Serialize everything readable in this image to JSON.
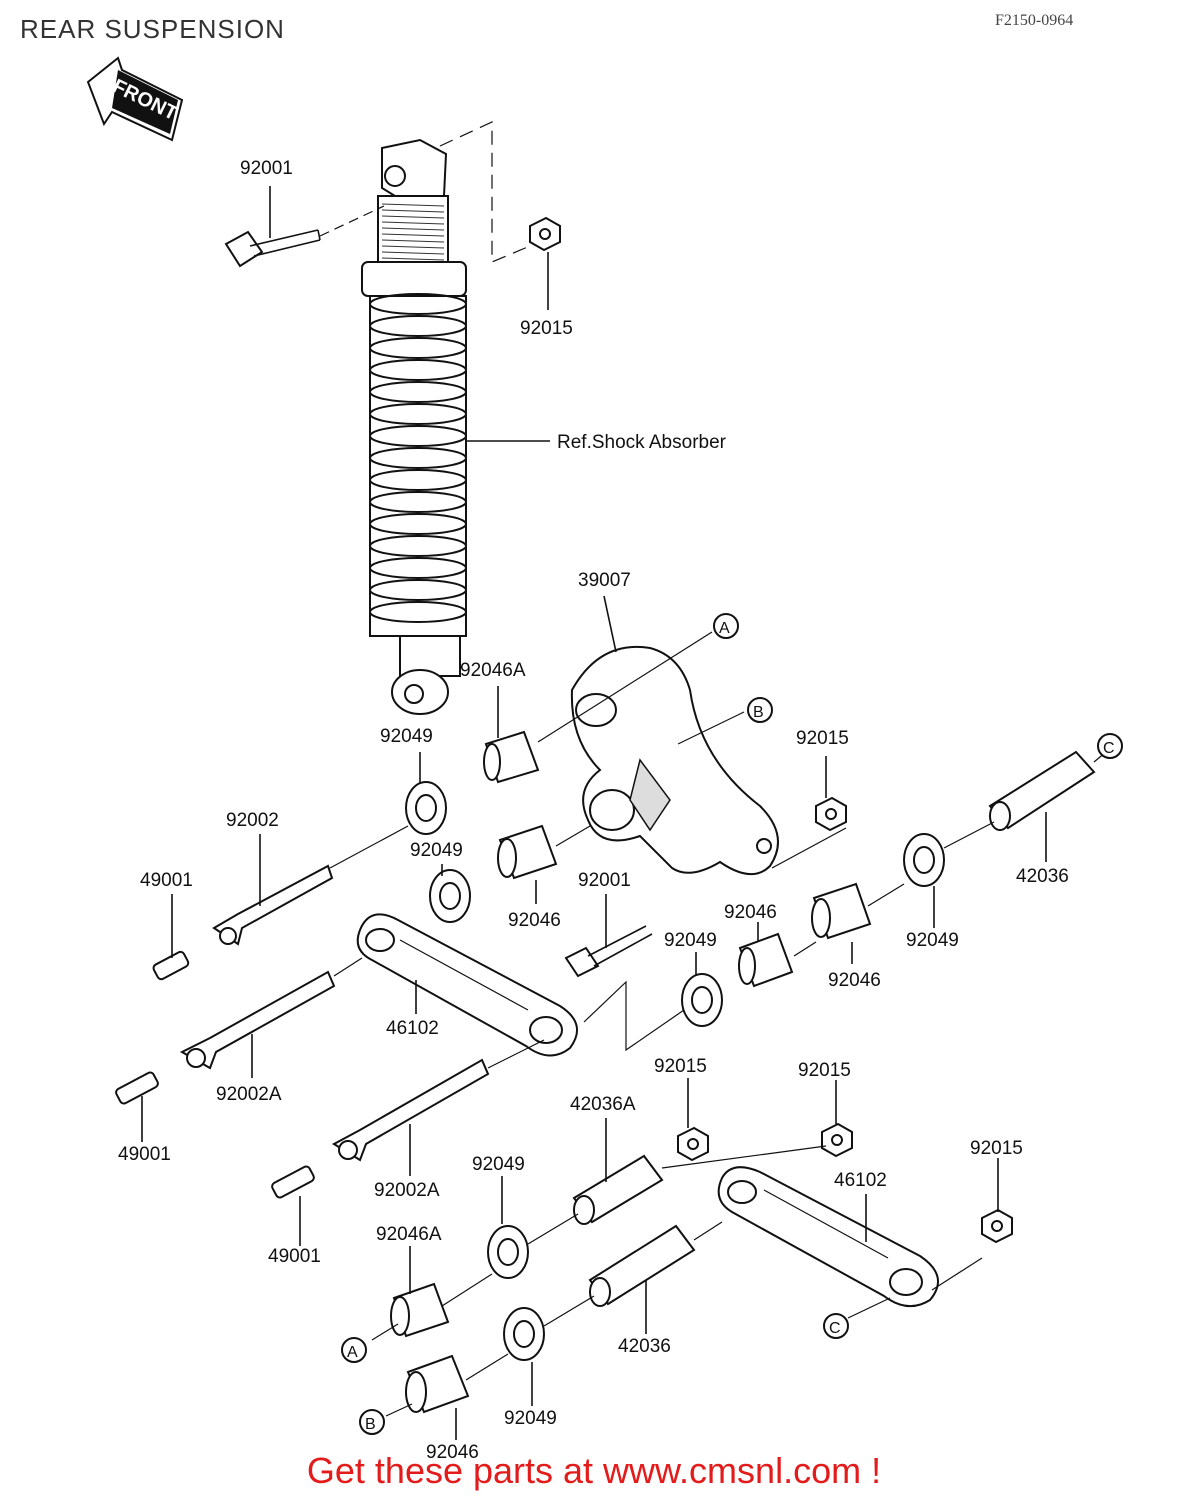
{
  "header": {
    "title": "REAR SUSPENSION",
    "code": "F2150-0964"
  },
  "front_arrow": "FRONT",
  "footer": "Get these parts at www.cmsnl.com !",
  "ref_label": "Ref.Shock Absorber",
  "markers": {
    "a": "A",
    "b": "B",
    "c": "C"
  },
  "parts": {
    "p92001_top": "92001",
    "p92015_top": "92015",
    "p39007": "39007",
    "p92046A_top": "92046A",
    "p92049_a": "92049",
    "p92015_b": "92015",
    "p92002": "92002",
    "p49001_a": "49001",
    "p92049_b": "92049",
    "p92046_a": "92046",
    "p92001_b": "92001",
    "p92046_b": "92046",
    "p92049_c": "92049",
    "p92049_d": "92049",
    "p92046_c": "92046",
    "p42036_a": "42036",
    "p46102_a": "46102",
    "p92002A_a": "92002A",
    "p49001_b": "49001",
    "p92015_c": "92015",
    "p92015_d": "92015",
    "p42036A": "42036A",
    "p92002A_b": "92002A",
    "p92049_e": "92049",
    "p46102_b": "46102",
    "p92015_e": "92015",
    "p49001_c": "49001",
    "p92046A_b": "92046A",
    "p42036_b": "42036",
    "p92049_f": "92049",
    "p92046_d": "92046"
  }
}
